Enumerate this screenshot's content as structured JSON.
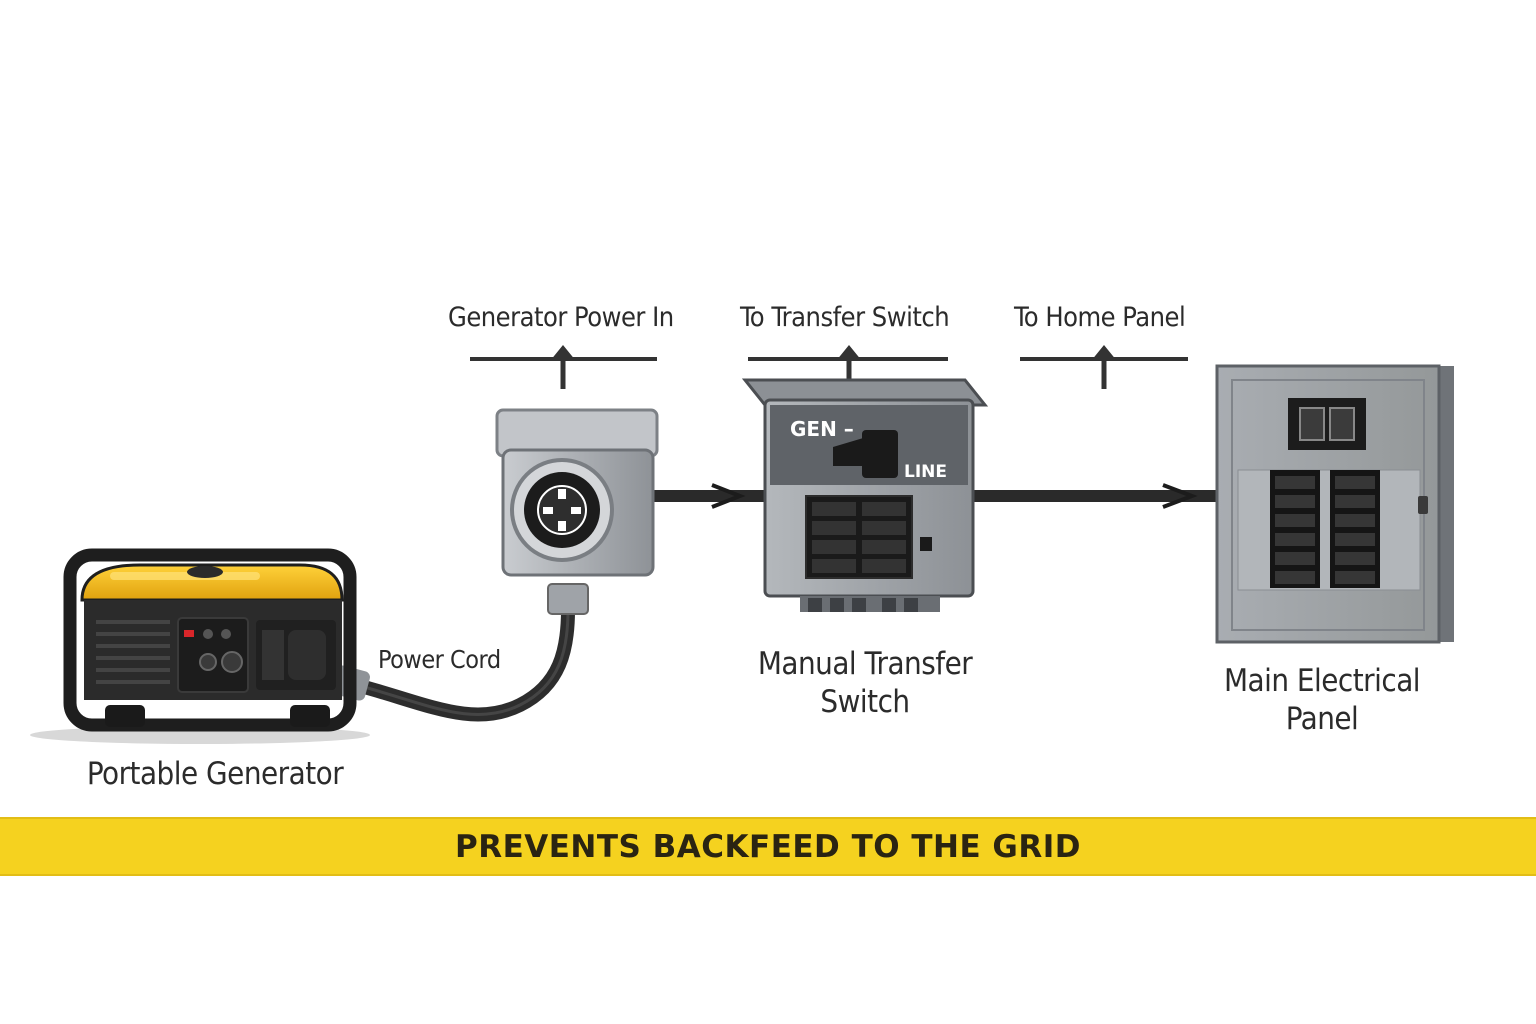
{
  "flow_labels": {
    "generator_power_in": "Generator Power In",
    "to_transfer_switch": "To Transfer Switch",
    "to_home_panel": "To Home Panel"
  },
  "components": {
    "generator": "Portable Generator",
    "power_cord": "Power Cord",
    "transfer_switch_line1": "Manual Transfer",
    "transfer_switch_line2": "Switch",
    "main_panel_line1": "Main Electrical",
    "main_panel_line2": "Panel"
  },
  "switch_markings": {
    "gen": "GEN –",
    "line": "LINE"
  },
  "banner": {
    "text": "PREVENTS BACKFEED TO THE GRID"
  },
  "colors": {
    "banner": "#f5d21f",
    "generator_tank": "#f2b91a",
    "enclosure_gray": "#9a9ea3",
    "cable": "#2a2a2a"
  }
}
